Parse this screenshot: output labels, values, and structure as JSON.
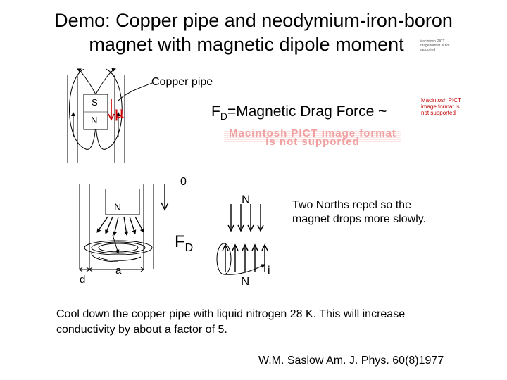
{
  "title": {
    "line1": "Demo:  Copper pipe and neodymium-iron-boron",
    "line2": "magnet with magnetic dipole moment"
  },
  "labels": {
    "copper_pipe": "Copper pipe",
    "magnet_top_s": "S",
    "magnet_top_n": "N",
    "mu_symbol": "μ",
    "drag_force_prefix": "F",
    "drag_force_sub": "D",
    "drag_force_rest": "=Magnetic Drag Force ~",
    "zero": "0",
    "magnet_lower_n": "N",
    "right_top_n": "N",
    "right_bottom_n": "N",
    "fd_prefix": "F",
    "fd_sub": "D",
    "d_label": "d",
    "a_label": "a",
    "i_label": "i",
    "repel_line1": "Two Norths repel so the",
    "repel_line2": "magnet drops more slowly."
  },
  "notes": {
    "line1": "Cool down the copper pipe with liquid nitrogen 28 K. This will increase",
    "line2": "conductivity  by about a factor of 5."
  },
  "citation": "W.M. Saslow Am. J. Phys. 60(8)1977",
  "pict_placeholders": {
    "small": "Macintosh PICT image format is not supported",
    "medium": "Macintosh PICT image format is not supported",
    "banner": "Macintosh PICT image format is not supported"
  },
  "colors": {
    "mu_red": "#cc0000",
    "placeholder_red": "#c00000",
    "placeholder_pink": "#f0a0a0"
  }
}
